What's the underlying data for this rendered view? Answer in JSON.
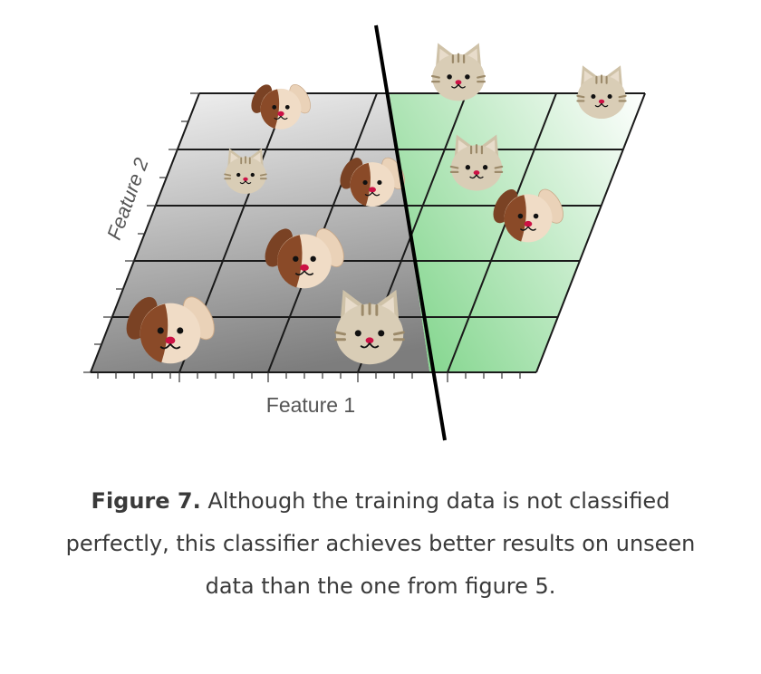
{
  "figure": {
    "xlabel": "Feature 1",
    "ylabel": "Feature 2",
    "colors": {
      "plane_light": "#f4f4f4",
      "plane_dark": "#7d7d7d",
      "plane_green": "#3fbf4f",
      "grid": "#1a1a1a",
      "boundary": "#000000",
      "dog_fur": "#f0dcc6",
      "dog_patch": "#8a4a28",
      "cat_fur": "#d9cdb6",
      "cat_stripe": "#9c8a6a",
      "nose": "#cc1144"
    },
    "icons": [
      "dog-icon",
      "dog-icon",
      "dog-icon",
      "dog-icon",
      "dog-icon",
      "cat-icon",
      "cat-icon",
      "cat-icon",
      "cat-icon",
      "cat-icon"
    ]
  },
  "caption": {
    "label": "Figure 7.",
    "text": " Although the training data is not classified perfectly, this classifier achieves better results on unseen data than the one from figure 5."
  }
}
